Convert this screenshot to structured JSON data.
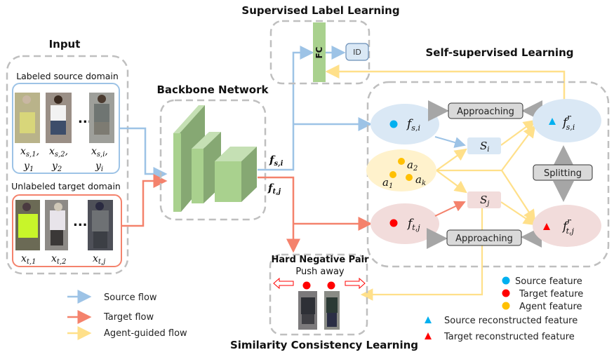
{
  "titles": {
    "input": "Input",
    "backbone": "Backbone Network",
    "supervised": "Supervised Label Learning",
    "self_supervised": "Self-supervised Learning",
    "similarity": "Similarity Consistency Learning"
  },
  "input": {
    "source_label": "Labeled source domain",
    "target_label": "Unlabeled target domain",
    "ellipsis": "...",
    "source_samples": [
      {
        "x": "x",
        "x_sub": "s,1",
        "sep": ",",
        "y": "y",
        "y_sub": "1"
      },
      {
        "x": "x",
        "x_sub": "s,2",
        "sep": ",",
        "y": "y",
        "y_sub": "2"
      },
      {
        "x": "x",
        "x_sub": "s,i",
        "sep": ",",
        "y": "y",
        "y_sub": "i"
      }
    ],
    "target_samples": [
      {
        "x": "x",
        "x_sub": "t,1"
      },
      {
        "x": "x",
        "x_sub": "t,2"
      },
      {
        "x": "x",
        "x_sub": "t,j"
      }
    ]
  },
  "backbone": {
    "out_source": {
      "f": "f",
      "sub": "s,i"
    },
    "out_target": {
      "f": "f",
      "sub": "t,j"
    }
  },
  "supervised": {
    "fc_label": "FC",
    "id_label": "ID"
  },
  "self_supervised": {
    "source_node": {
      "f": "f",
      "sub": "s,i"
    },
    "target_node": {
      "f": "f",
      "sub": "t,j"
    },
    "source_recon_node": {
      "f": "f",
      "sup": "r",
      "sub": "s,i"
    },
    "target_recon_node": {
      "f": "f",
      "sup": "r",
      "sub": "t,j"
    },
    "agents": [
      {
        "a": "a",
        "sub": "1"
      },
      {
        "a": "a",
        "sub": "2"
      },
      {
        "a": "a",
        "sub": "k"
      }
    ],
    "si": {
      "s": "S",
      "sub": "i"
    },
    "sj": {
      "s": "S",
      "sub": "j"
    },
    "approaching_label": "Approaching",
    "splitting_label": "Splitting"
  },
  "similarity": {
    "hard_negative": "Hard Negative Pair",
    "push_away": "Push away"
  },
  "flow_legend": [
    {
      "label": "Source flow",
      "color": "#9dc3e6"
    },
    {
      "label": "Target flow",
      "color": "#f4826c"
    },
    {
      "label": "Agent-guided flow",
      "color": "#ffe08a"
    }
  ],
  "feature_legend": [
    {
      "label": "Source feature",
      "shape": "circle",
      "color": "#00b0f0"
    },
    {
      "label": "Target feature",
      "shape": "circle",
      "color": "#ff0000"
    },
    {
      "label": "Agent feature",
      "shape": "circle",
      "color": "#ffc000"
    },
    {
      "label": "Source reconstructed feature",
      "shape": "triangle",
      "color": "#00b0f0"
    },
    {
      "label": "Target reconstructed feature",
      "shape": "triangle",
      "color": "#ff0000"
    }
  ],
  "colors": {
    "source": "#9dc3e6",
    "target": "#f4826c",
    "agent": "#ffe08a",
    "backbone_green": "#a9d18e",
    "dashed_border": "#bfbfbf"
  }
}
